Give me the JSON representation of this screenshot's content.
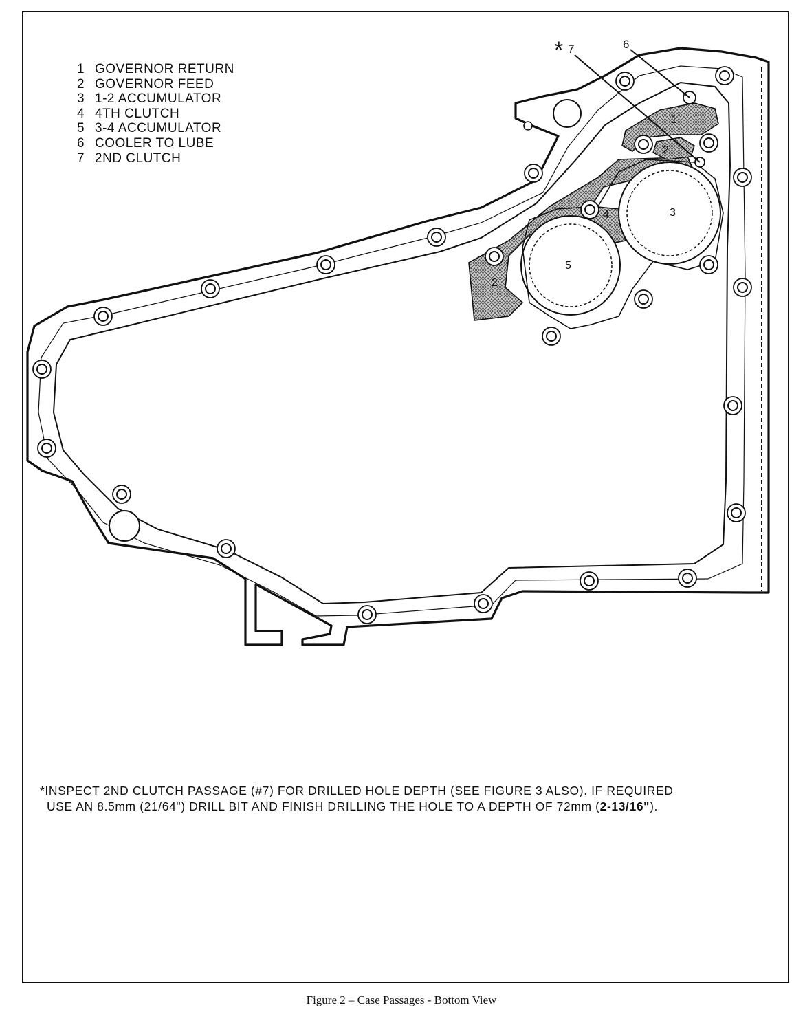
{
  "legend": [
    {
      "num": "1",
      "text": "GOVERNOR RETURN"
    },
    {
      "num": "2",
      "text": "GOVERNOR FEED"
    },
    {
      "num": "3",
      "text": "1-2 ACCUMULATOR"
    },
    {
      "num": "4",
      "text": "4TH CLUTCH"
    },
    {
      "num": "5",
      "text": "3-4 ACCUMULATOR"
    },
    {
      "num": "6",
      "text": "COOLER TO LUBE"
    },
    {
      "num": "7",
      "text": "2ND CLUTCH"
    }
  ],
  "callouts": {
    "star": "*",
    "seven": "7",
    "six": "6",
    "p1": "1",
    "p2_upper": "2",
    "p2_lower": "2",
    "p3": "3",
    "p4": "4",
    "p5": "5"
  },
  "note": {
    "line1": "*INSPECT 2ND CLUTCH PASSAGE (#7) FOR DRILLED HOLE DEPTH (SEE FIGURE 3 ALSO). IF REQUIRED",
    "line2_a": "USE AN 8.5mm (21/64\") DRILL BIT AND FINISH DRILLING THE HOLE TO A DEPTH OF 72mm (",
    "line2_bold": "2-13/16\"",
    "line2_b": ")."
  },
  "caption": "Figure 2 – Case Passages - Bottom View"
}
